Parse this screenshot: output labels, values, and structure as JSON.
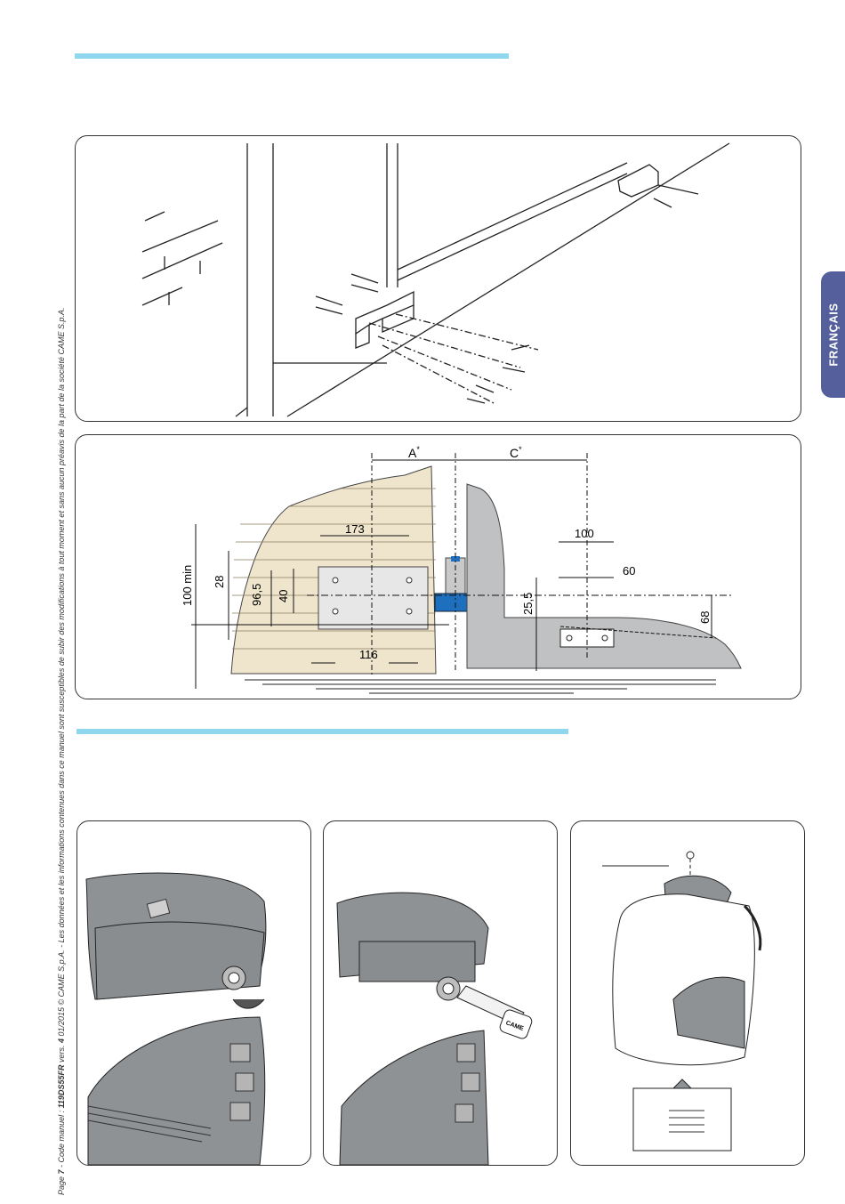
{
  "side_tab": {
    "label": "FRANÇAIS"
  },
  "footer": {
    "page_prefix": "Page ",
    "page_number": "7",
    "code_prefix": " - Code manuel : ",
    "code": "119DS55FR",
    "version_prefix": " vers. ",
    "version": "4",
    "rest": " 01/2015  © CAME S.p.A. - Les données et les informations contenues dans ce manuel sont susceptibles de subir des modifications à tout moment et sans aucun préavis de la part de la société CAME S.p.A."
  },
  "dimensions": {
    "a": "A",
    "c": "C",
    "star": "*",
    "d173": "173",
    "d100": "100",
    "d60": "60",
    "d100min": "100 min",
    "d28": "28",
    "d96_5": "96,5",
    "d40": "40",
    "d25_5": "25,5",
    "d68": "68",
    "d116": "116"
  },
  "key_label": "CAME",
  "colors": {
    "accent_bar": "#8fd6ef",
    "tab": "#545f9c",
    "brick": "#efe5cc",
    "motor_blue": "#1f6fbf",
    "grey": "#bfc1c3"
  }
}
